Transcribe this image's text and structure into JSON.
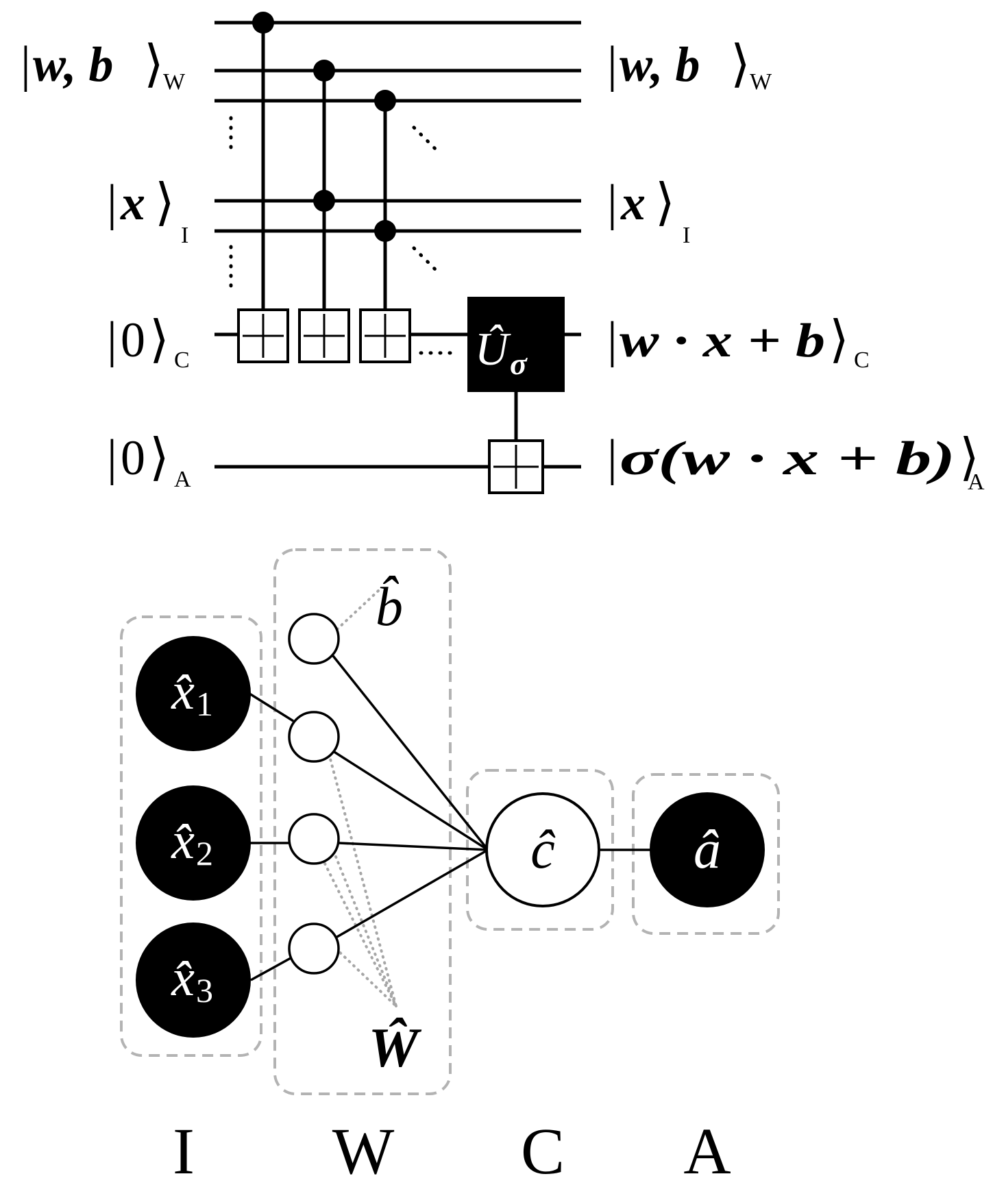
{
  "circuit": {
    "left_labels": {
      "weights": {
        "ket": "w, b",
        "sub": "W"
      },
      "input": {
        "ket": "x",
        "sub": "I"
      },
      "compute": {
        "ket": "0",
        "sub": "C"
      },
      "ancilla": {
        "ket": "0",
        "sub": "A"
      }
    },
    "right_labels": {
      "weights": {
        "ket": "w, b",
        "sub": "W"
      },
      "input": {
        "ket": "x",
        "sub": "I"
      },
      "compute": {
        "ket": "w · x + b",
        "sub": "C"
      },
      "ancilla": {
        "ket": "σ(w · x + b)",
        "sub": "A"
      }
    },
    "u_sigma_gate": {
      "label": "Û",
      "sub": "σ"
    }
  },
  "network": {
    "input_nodes": [
      {
        "label": "x̂",
        "sub": "1"
      },
      {
        "label": "x̂",
        "sub": "2"
      },
      {
        "label": "x̂",
        "sub": "3"
      }
    ],
    "bias_label": "b̂",
    "weight_matrix_label": "Ŵ",
    "compute_node_label": "ĉ",
    "ancilla_node_label": "â",
    "register_labels": [
      "I",
      "W",
      "C",
      "A"
    ]
  }
}
